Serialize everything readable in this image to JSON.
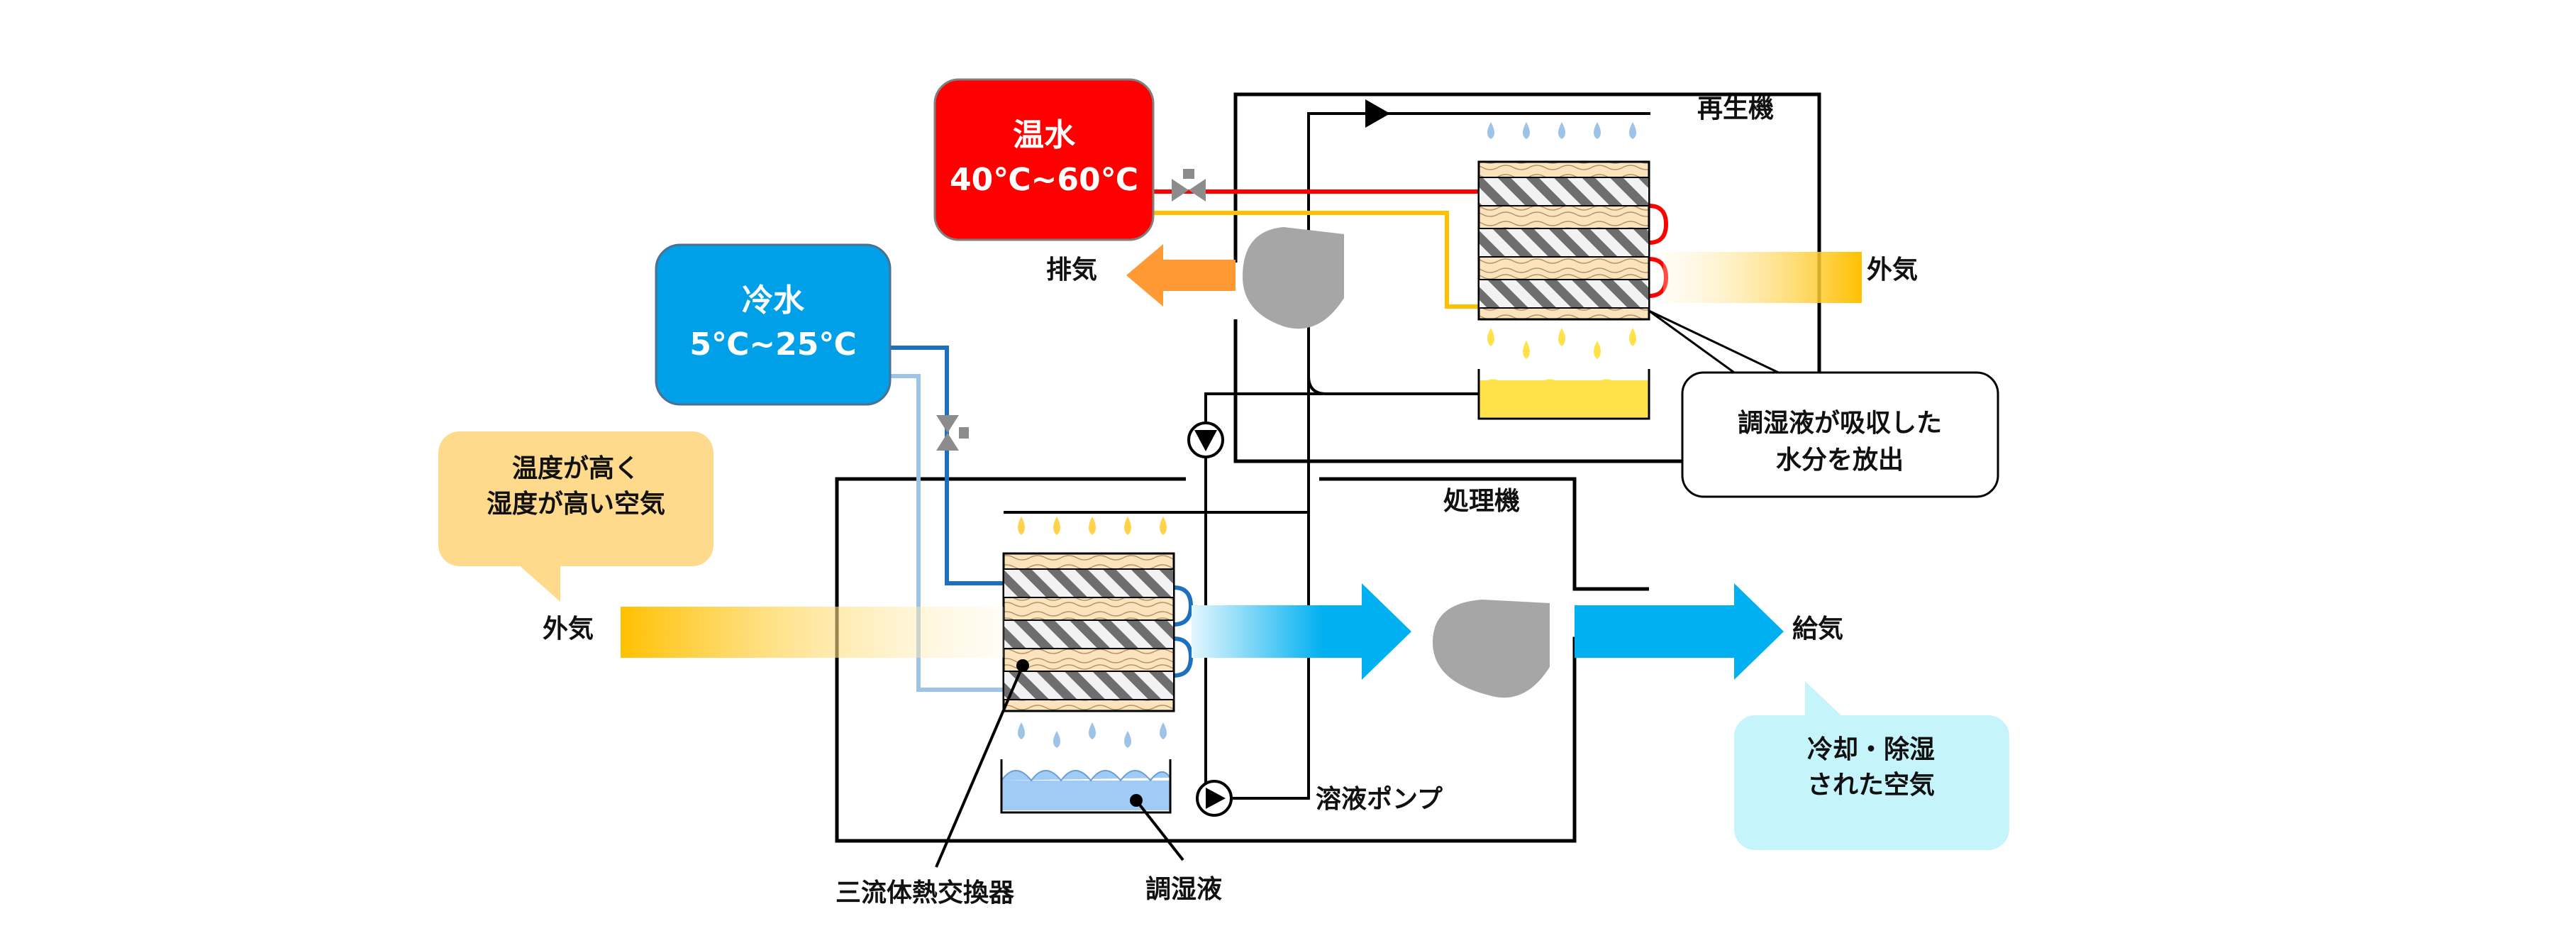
{
  "hot_water": {
    "title": "温水",
    "range": "40℃~60℃",
    "color": "#ff0000"
  },
  "cold_water": {
    "title": "冷水",
    "range": "5℃~25℃",
    "color": "#00a0e9"
  },
  "regenerator": {
    "label": "再生機",
    "exhaust_label": "排気",
    "outside_air_label": "外気"
  },
  "processor": {
    "label": "処理機",
    "outside_air_label": "外気",
    "supply_air_label": "給気",
    "pump_label": "溶液ポンプ",
    "exchanger_label": "三流体熱交換器",
    "solution_label": "調湿液"
  },
  "callouts": {
    "release": [
      "調湿液が吸収した",
      "水分を放出"
    ],
    "humid_air": [
      "温度が高く",
      "湿度が高い空気"
    ],
    "cooled_air": [
      "冷却・除湿",
      "された空気"
    ]
  },
  "colors": {
    "hot_line": "#ff0000",
    "warm_line": "#ffc000",
    "cold_line": "#1f6fbf",
    "cold_line_light": "#9dc3e6",
    "outside_air_gradient": "#ffc000",
    "supply_air": "#00b0f0",
    "exhaust_air": "#ff9933",
    "humid_callout": "#ffd98c",
    "cooled_callout": "#c6f4fb",
    "solution_hot": "#ffe24a",
    "solution_cold": "#9fcbf5",
    "fan": "#a6a6a6",
    "valve": "#8c8c8c"
  }
}
